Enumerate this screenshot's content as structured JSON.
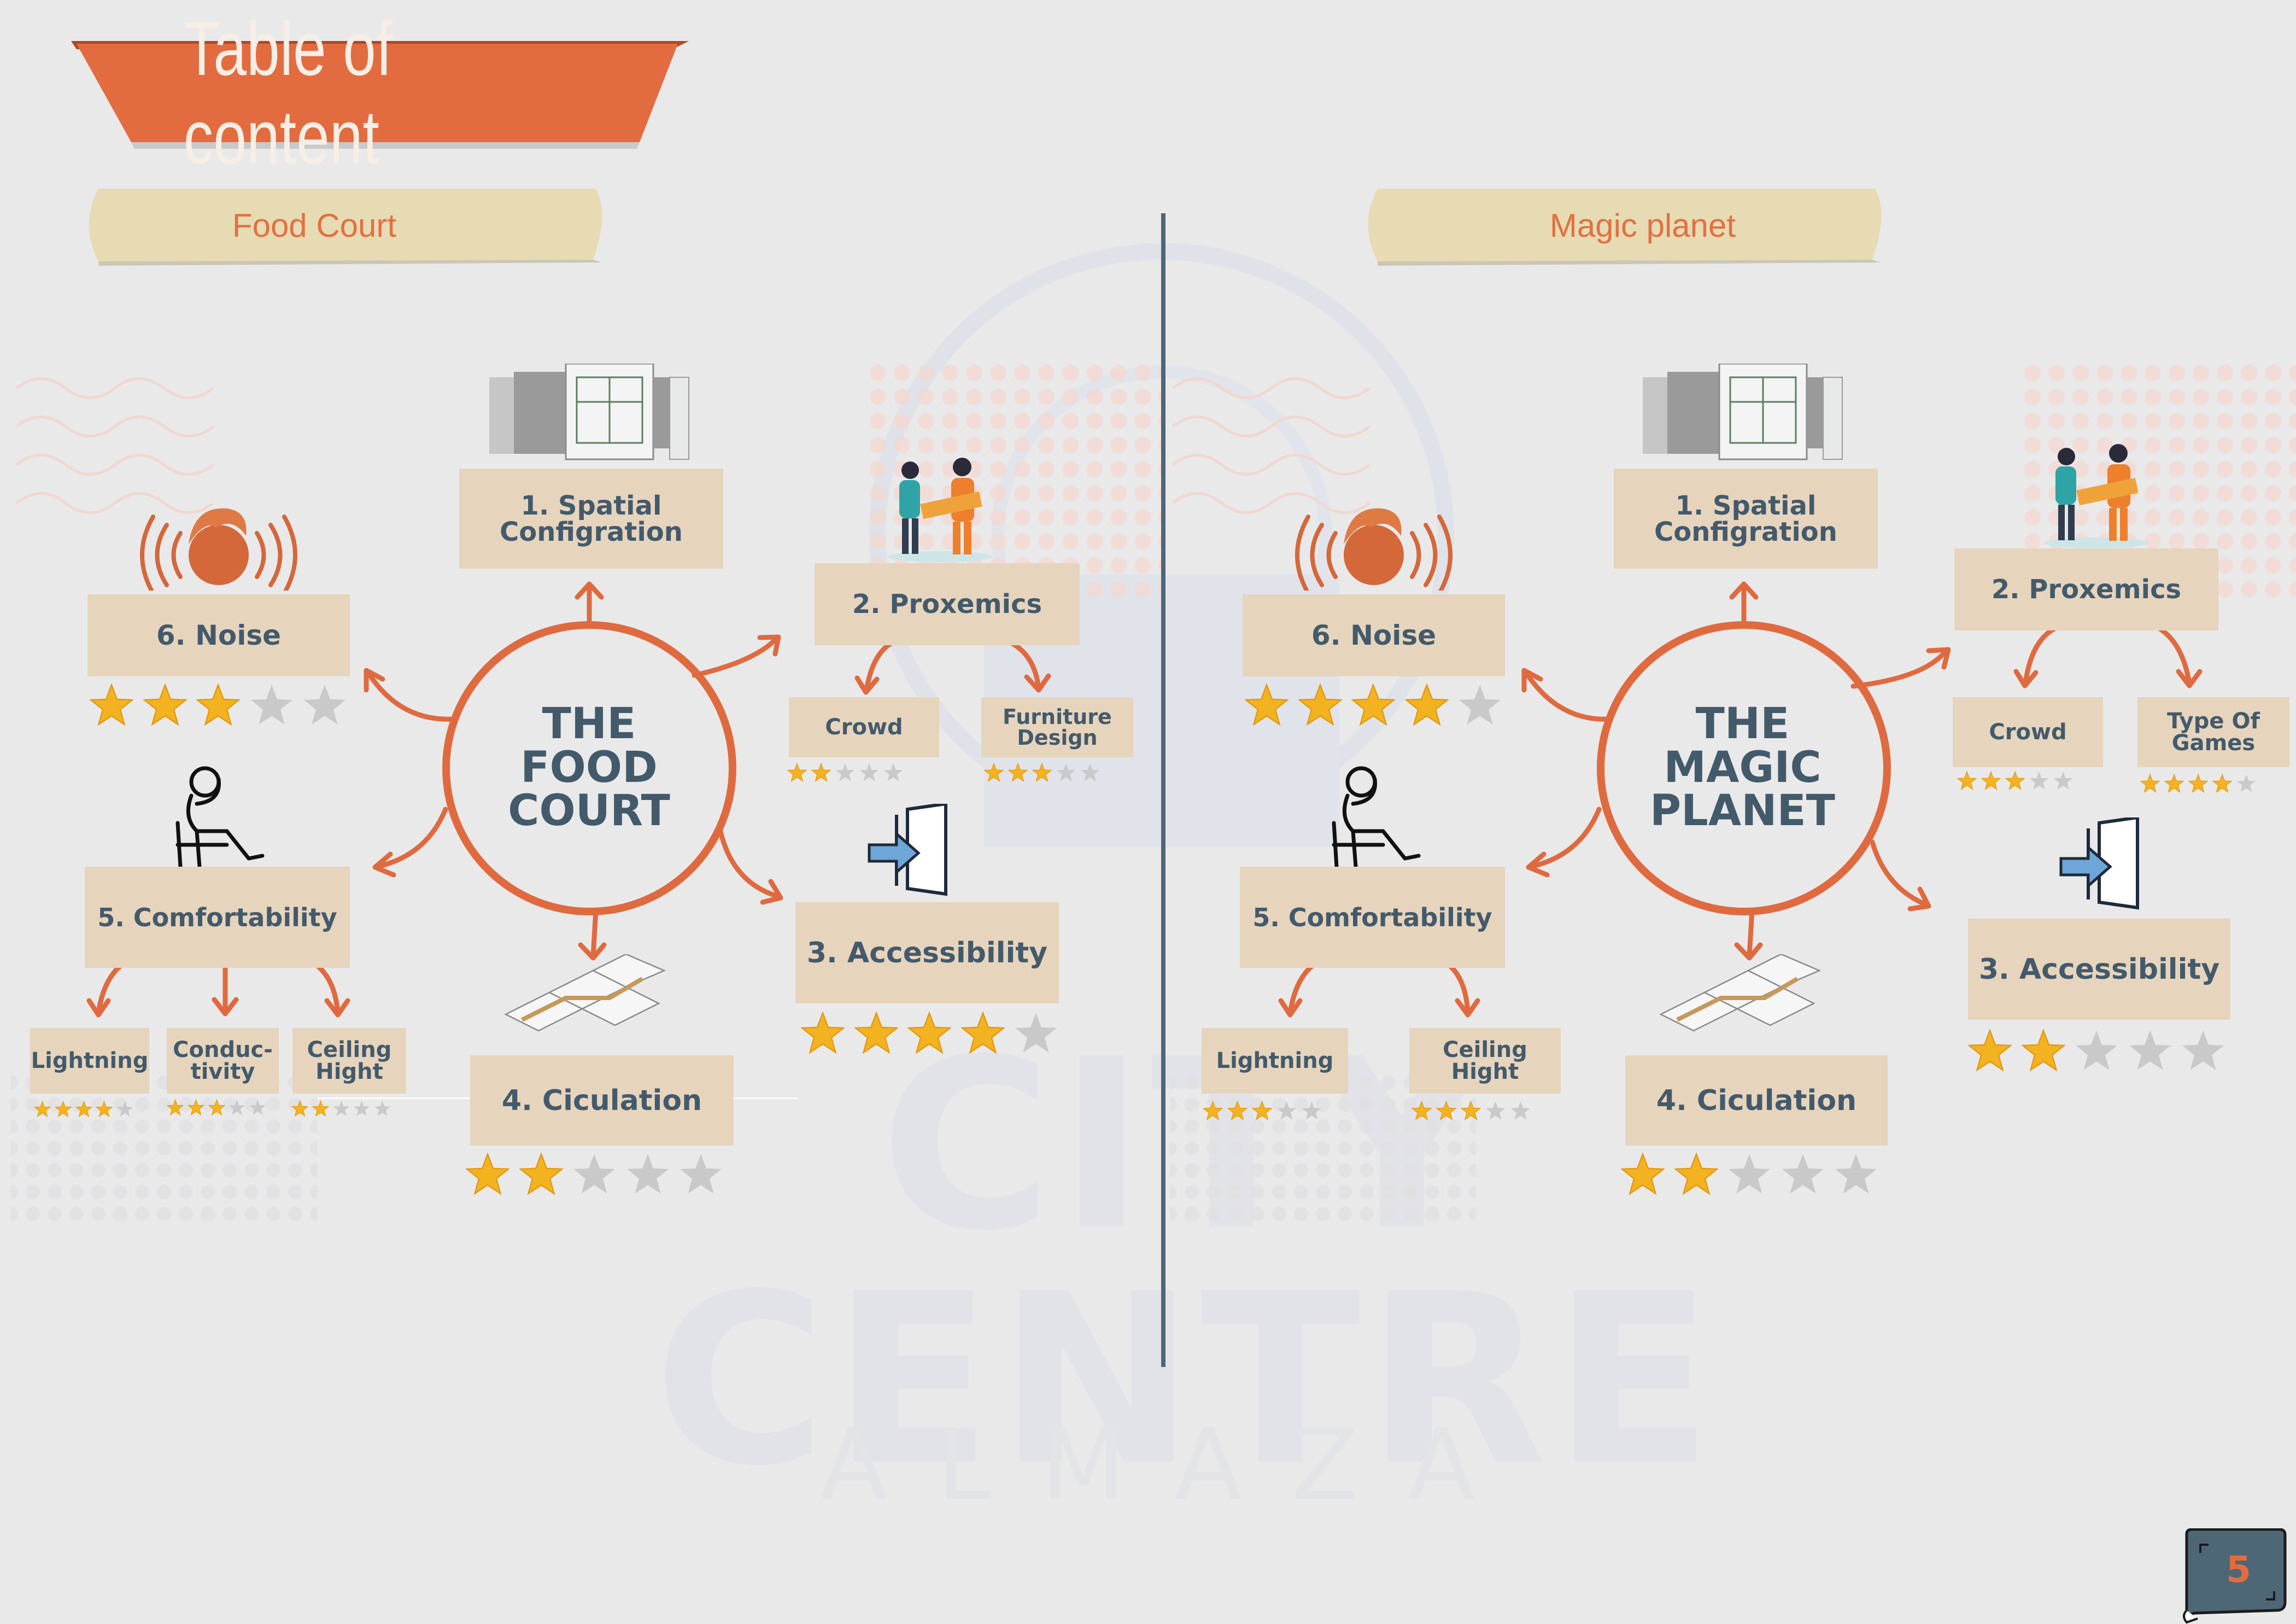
{
  "page_title": "Table of content",
  "page_number": "5",
  "watermark": {
    "line1": "CITY CENTRE",
    "line2": "ALMAZA"
  },
  "colors": {
    "accent": "#e06a3f",
    "box": "#e6d4bd",
    "text": "#435a6b",
    "star_on": "#f3b21f",
    "star_off": "#c9c9c9",
    "ribbon": "#e7dbb3"
  },
  "panels": [
    {
      "label": "Food Court",
      "center": [
        "THE",
        "FOOD",
        "COURT"
      ],
      "nodes": {
        "spatial": {
          "label_line1": "1. Spatial",
          "label_line2": "Configration"
        },
        "proxemics": {
          "label": "2. Proxemics",
          "subs": [
            {
              "label_line1": "Crowd",
              "label_line2": "",
              "rating": 2
            },
            {
              "label_line1": "Furniture",
              "label_line2": "Design",
              "rating": 3
            }
          ]
        },
        "accessibility": {
          "label": "3. Accessibility",
          "rating": 4
        },
        "circulation": {
          "label": "4. Ciculation",
          "rating": 2
        },
        "comfort": {
          "label": "5. Comfortability",
          "subs": [
            {
              "label_line1": "Lightning",
              "label_line2": "",
              "rating": 4
            },
            {
              "label_line1": "Conduc-",
              "label_line2": "tivity",
              "rating": 3
            },
            {
              "label_line1": "Ceiling",
              "label_line2": "Hight",
              "rating": 2
            }
          ]
        },
        "noise": {
          "label": "6. Noise",
          "rating": 3
        }
      }
    },
    {
      "label": "Magic planet",
      "center": [
        "THE",
        "MAGIC",
        "PLANET"
      ],
      "nodes": {
        "spatial": {
          "label_line1": "1. Spatial",
          "label_line2": "Configration"
        },
        "proxemics": {
          "label": "2. Proxemics",
          "subs": [
            {
              "label_line1": "Crowd",
              "label_line2": "",
              "rating": 3
            },
            {
              "label_line1": "Type Of",
              "label_line2": "Games",
              "rating": 4
            }
          ]
        },
        "accessibility": {
          "label": "3. Accessibility",
          "rating": 2
        },
        "circulation": {
          "label": "4. Ciculation",
          "rating": 2
        },
        "comfort": {
          "label": "5. Comfortability",
          "subs": [
            {
              "label_line1": "Lightning",
              "label_line2": "",
              "rating": 3
            },
            {
              "label_line1": "Ceiling",
              "label_line2": "Hight",
              "rating": 3
            }
          ]
        },
        "noise": {
          "label": "6. Noise",
          "rating": 4
        }
      }
    }
  ]
}
